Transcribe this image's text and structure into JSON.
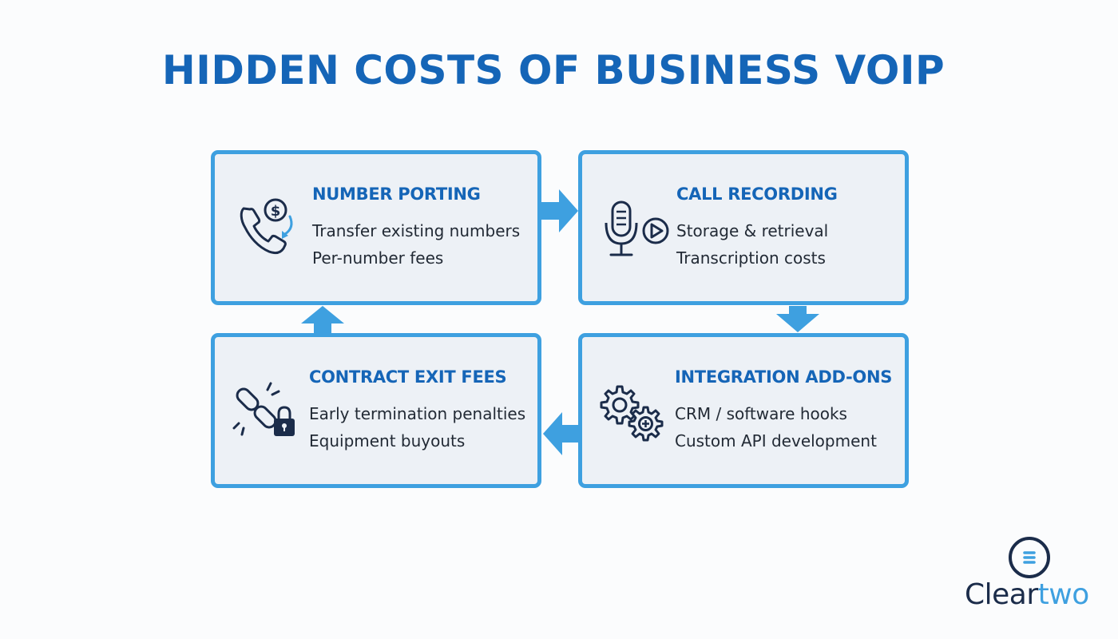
{
  "title": "HIDDEN COSTS OF BUSINESS VOIP",
  "colors": {
    "accent_blue": "#1565b7",
    "border_blue": "#3ea0e0",
    "card_fill": "#edf1f6",
    "text_dark": "#222a35",
    "icon_navy": "#1b2c4a"
  },
  "cards": [
    {
      "heading": "NUMBER PORTING",
      "icon": "phone-dollar-icon",
      "lines": [
        "Transfer existing numbers",
        "Per-number fees"
      ]
    },
    {
      "heading": "CALL RECORDING",
      "icon": "microphone-play-icon",
      "lines": [
        "Storage & retrieval",
        "Transcription costs"
      ]
    },
    {
      "heading": "INTEGRATION ADD-ONS",
      "icon": "gears-icon",
      "lines": [
        "CRM / software hooks",
        "Custom API development"
      ]
    },
    {
      "heading": "CONTRACT EXIT FEES",
      "icon": "broken-chain-lock-icon",
      "lines": [
        "Early termination penalties",
        "Equipment buyouts"
      ]
    }
  ],
  "flow": [
    "NUMBER PORTING",
    "CALL RECORDING",
    "INTEGRATION ADD-ONS",
    "CONTRACT EXIT FEES",
    "NUMBER PORTING"
  ],
  "logo": {
    "word_part1": "Clear",
    "word_part2": "two",
    "icon": "clertwo-logo-icon"
  }
}
